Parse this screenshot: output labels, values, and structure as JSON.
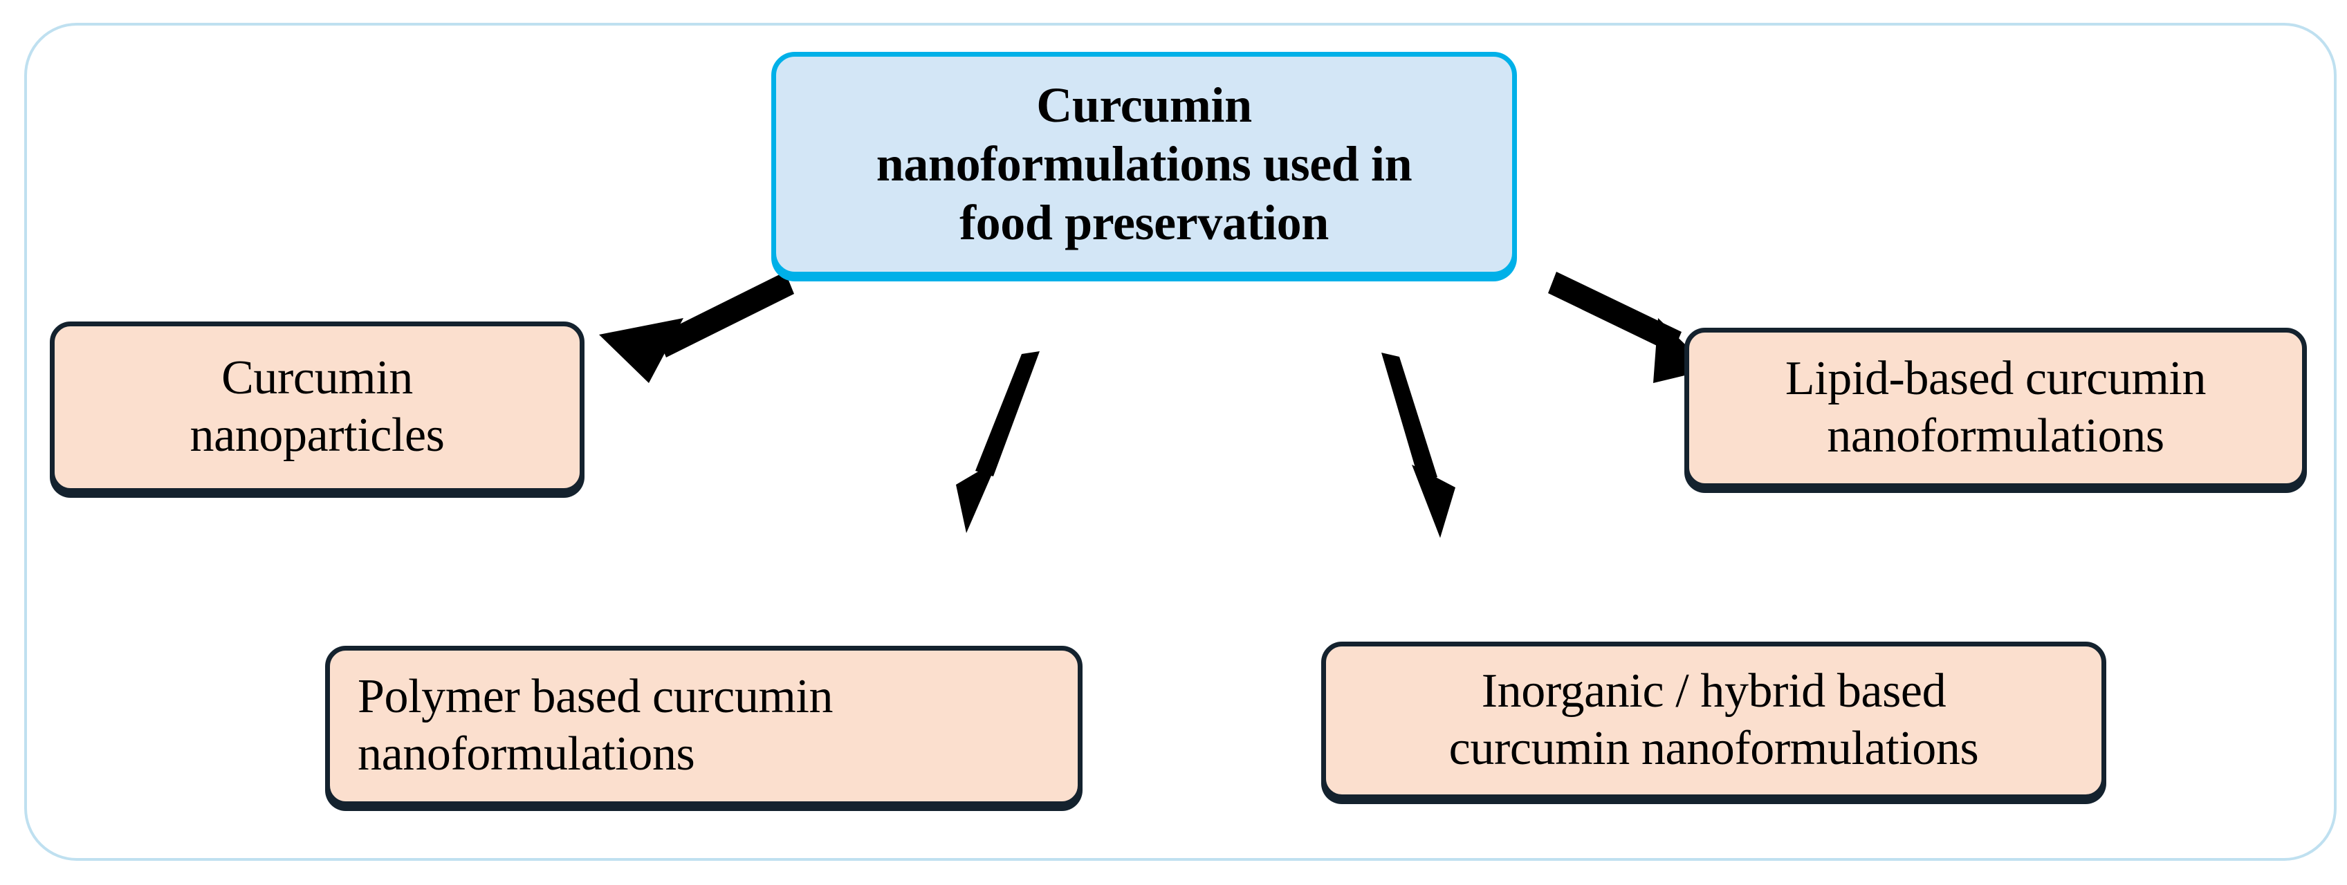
{
  "diagram": {
    "title_node": {
      "id": "root",
      "label": "Curcumin\nnanoformulations used in\nfood preservation",
      "fill_color": "#d3e6f6",
      "border_color": "#00b0e8",
      "text_color": "#000000",
      "bold": true
    },
    "children": [
      {
        "id": "nanoparticles",
        "label": "Curcumin\nnanoparticles",
        "fill_color": "#fbdfce",
        "border_color": "#14222e",
        "text_align": "center"
      },
      {
        "id": "polymer",
        "label": "Polymer based curcumin\nnanoformulations",
        "fill_color": "#fbdfce",
        "border_color": "#14222e",
        "text_align": "left"
      },
      {
        "id": "inorganic",
        "label": "Inorganic /  hybrid based\ncurcumin nanoformulations",
        "fill_color": "#fbdfce",
        "border_color": "#14222e",
        "text_align": "center"
      },
      {
        "id": "lipid",
        "label": "Lipid-based curcumin\nnanoformulations",
        "fill_color": "#fbdfce",
        "border_color": "#14222e",
        "text_align": "center"
      }
    ],
    "connectors": [
      {
        "id": "root-to-nanoparticles",
        "from": "root",
        "to": "nanoparticles",
        "direction": "down-left",
        "color": "#000000"
      },
      {
        "id": "root-to-polymer",
        "from": "root",
        "to": "polymer",
        "direction": "down",
        "color": "#000000"
      },
      {
        "id": "root-to-inorganic",
        "from": "root",
        "to": "inorganic",
        "direction": "down",
        "color": "#000000"
      },
      {
        "id": "root-to-lipid",
        "from": "root",
        "to": "lipid",
        "direction": "down-right",
        "color": "#000000"
      }
    ],
    "frame": {
      "border_color": "#bfe0f0",
      "background_color": "#ffffff"
    }
  }
}
